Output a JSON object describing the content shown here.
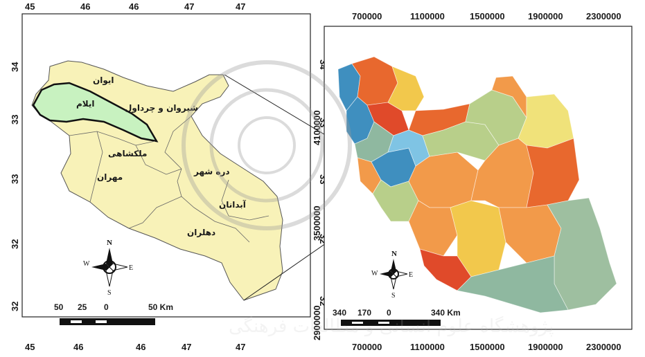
{
  "left_panel": {
    "top_ticks": [
      "45",
      "46",
      "46",
      "47",
      "47"
    ],
    "bottom_ticks": [
      "45",
      "46",
      "46",
      "47",
      "47"
    ],
    "left_ticks": [
      "34",
      "33",
      "33",
      "32",
      "32"
    ],
    "right_ticks": [
      "34",
      "33",
      "33",
      "32",
      "32"
    ],
    "places": {
      "ivan": "ایوان",
      "ilam": "ایلام",
      "shirvan": "شیروان و چرداول",
      "malekshahi": "ملکشاهی",
      "mehran": "مهران",
      "darreh_shahr": "دره شهر",
      "abdanan": "آبدانان",
      "dehloran": "دهلران"
    },
    "scale_bar": {
      "labels": [
        "50",
        "25",
        "0",
        "50 Km"
      ]
    },
    "compass": {
      "n": "N",
      "s": "S",
      "e": "E",
      "w": "W"
    },
    "highlight_color": "#c8f2c0",
    "province_fill": "#f8f2b8"
  },
  "right_panel": {
    "top_ticks": [
      "700000",
      "1100000",
      "1500000",
      "1900000",
      "2300000"
    ],
    "bottom_ticks": [
      "700000",
      "1100000",
      "1500000",
      "1900000",
      "2300000"
    ],
    "left_ticks": [
      "4100000",
      "3500000",
      "2900000"
    ],
    "scale_bar": {
      "labels": [
        "340",
        "170",
        "0",
        "340 Km"
      ]
    },
    "compass": {
      "n": "N",
      "s": "S",
      "e": "E",
      "w": "W"
    }
  },
  "watermark": {
    "text": "پژوهشگاه علوم انسانی و مطالعات فرهنگی"
  },
  "colors": {
    "blue": "#3f8fbf",
    "light_blue": "#7fc4e4",
    "teal": "#8fb8a0",
    "orange": "#f29a4a",
    "deep_orange": "#e8682e",
    "red": "#e04a2a",
    "yellow": "#f2c84c",
    "light_yellow": "#f0e27a",
    "olive_green": "#b8cf8a",
    "gray_green": "#9ebfa0"
  }
}
